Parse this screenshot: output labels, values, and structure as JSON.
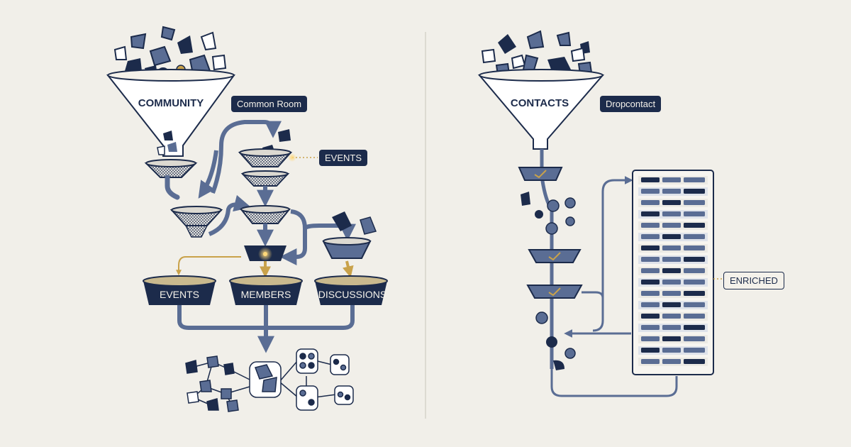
{
  "left_flow": {
    "funnel_label": "COMMUNITY",
    "source_tag": "Common Room",
    "callout_tag": "EVENTS",
    "buckets": [
      "EVENTS",
      "MEMBERS",
      "DISCUSSIONS"
    ]
  },
  "right_flow": {
    "funnel_label": "CONTACTS",
    "source_tag": "Dropcontact",
    "callout_tag": "ENRICHED"
  },
  "colors": {
    "navy": "#1c2b4b",
    "steel": "#5a6d94",
    "line": "#6b7ea3",
    "gold": "#c9a24a",
    "paper": "#f1efe9"
  }
}
